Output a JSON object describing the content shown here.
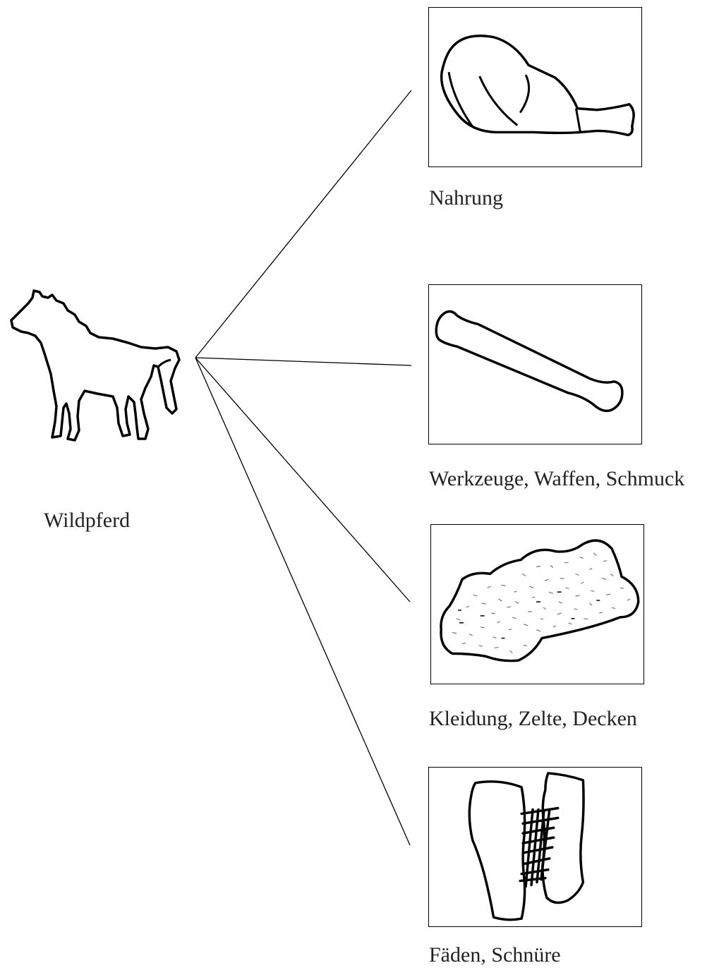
{
  "source": {
    "label": "Wildpferd",
    "icon": "horse-icon"
  },
  "products": [
    {
      "label": "Nahrung",
      "icon": "meat-leg-icon"
    },
    {
      "label": "Werkzeuge, Waffen, Schmuck",
      "icon": "bone-icon"
    },
    {
      "label": "Kleidung, Zelte, Decken",
      "icon": "hide-fur-icon"
    },
    {
      "label": "Fäden, Schnüre",
      "icon": "laced-leather-icon"
    }
  ],
  "colors": {
    "line": "#000000",
    "text": "#222222",
    "background": "#ffffff"
  }
}
